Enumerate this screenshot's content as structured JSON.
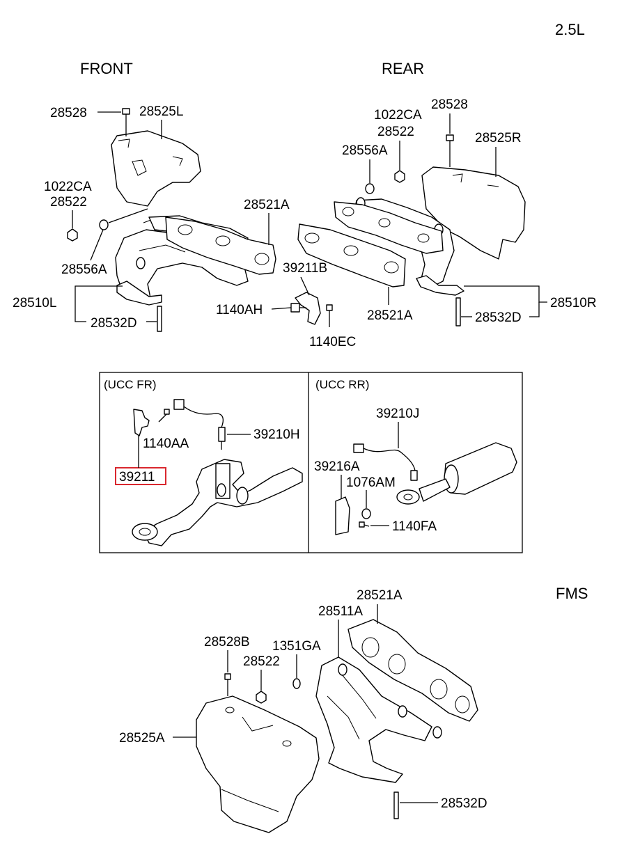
{
  "engine": "2.5L",
  "sections": {
    "front": "FRONT",
    "rear": "REAR",
    "fms": "FMS",
    "ucc_fr": "(UCC  FR)",
    "ucc_rr": "(UCC  RR)"
  },
  "highlight_color": "#d9272e",
  "highlighted_part": "39211",
  "front_labels": {
    "p28528": "28528",
    "p28525L": "28525L",
    "p1022CA": "1022CA",
    "p28522": "28522",
    "p28521A": "28521A",
    "p28556A": "28556A",
    "p28510L": "28510L",
    "p28532D": "28532D"
  },
  "rear_labels": {
    "p1022CA": "1022CA",
    "p28522": "28522",
    "p28528": "28528",
    "p28556A": "28556A",
    "p28525R": "28525R",
    "p39211B": "39211B",
    "p1140AH": "1140AH",
    "p1140EC": "1140EC",
    "p28521A": "28521A",
    "p28510R": "28510R",
    "p28532D": "28532D"
  },
  "ucc_fr_labels": {
    "p1140AA": "1140AA",
    "p39210H": "39210H",
    "p39211": "39211"
  },
  "ucc_rr_labels": {
    "p39210J": "39210J",
    "p39216A": "39216A",
    "p1076AM": "1076AM",
    "p1140FA": "1140FA"
  },
  "fms_labels": {
    "p28521A": "28521A",
    "p28511A": "28511A",
    "p28528B": "28528B",
    "p1351GA": "1351GA",
    "p28522": "28522",
    "p28525A": "28525A",
    "p28532D": "28532D"
  }
}
